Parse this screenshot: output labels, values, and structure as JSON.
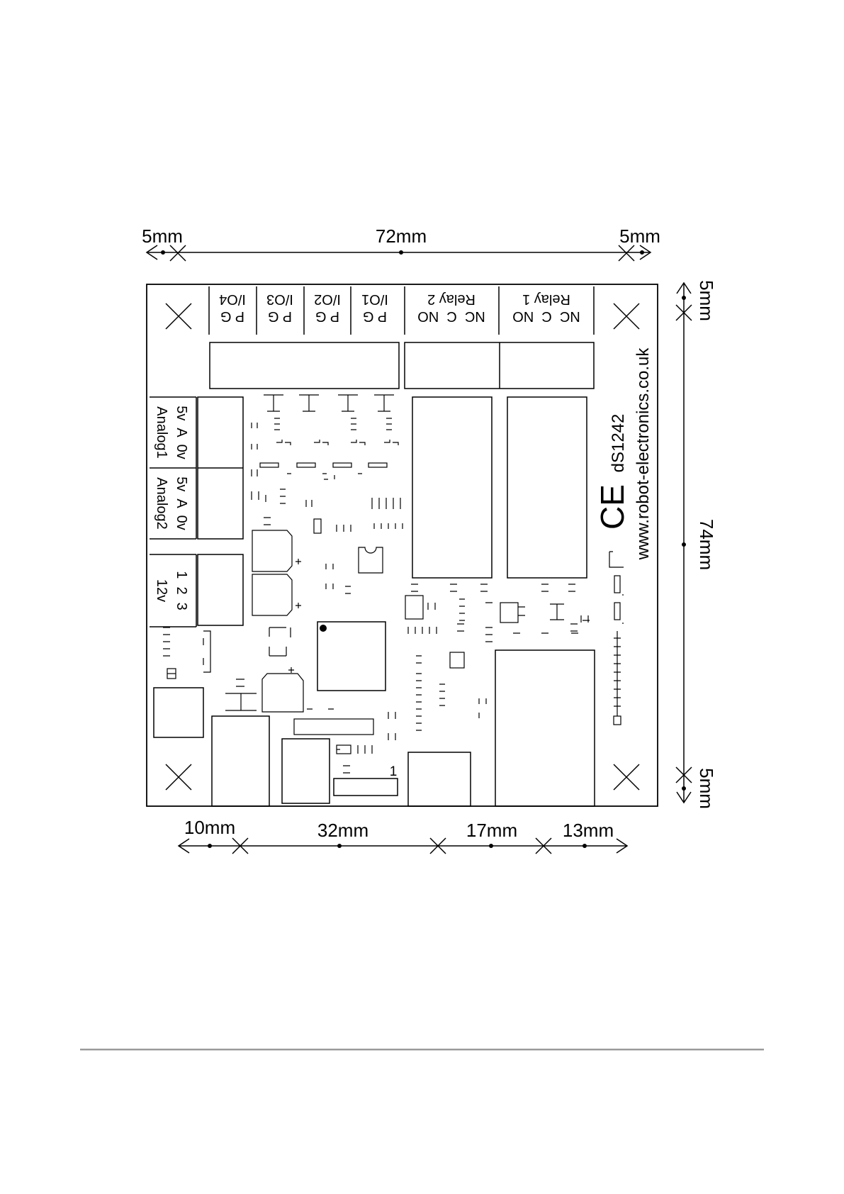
{
  "dimensions": {
    "top": [
      "5mm",
      "72mm",
      "5mm"
    ],
    "right": [
      "5mm",
      "74mm",
      "5mm"
    ],
    "bottom": [
      "10mm",
      "32mm",
      "17mm",
      "13mm"
    ]
  },
  "board": {
    "io_connectors": [
      {
        "label": "I/O4",
        "pins": "P G"
      },
      {
        "label": "I/O3",
        "pins": "P G"
      },
      {
        "label": "I/O2",
        "pins": "P G"
      },
      {
        "label": "I/O1",
        "pins": "P G"
      }
    ],
    "relay_connectors": [
      {
        "label": "Relay 2",
        "pins": "NC  C  NO"
      },
      {
        "label": "Relay 1",
        "pins": "NC  C  NO"
      }
    ],
    "analog_connectors": [
      {
        "label": "Analog1",
        "pins": "5v  A  0v"
      },
      {
        "label": "Analog2",
        "pins": "5v  A  0v"
      }
    ],
    "power_connector": {
      "label": "12v",
      "pins": "1  2  3"
    },
    "header_pin_label": "1",
    "ce_mark": "CE",
    "model": "dS1242",
    "website": "www.robot-electronics.co.uk"
  },
  "footer": {
    "link_text": ""
  }
}
